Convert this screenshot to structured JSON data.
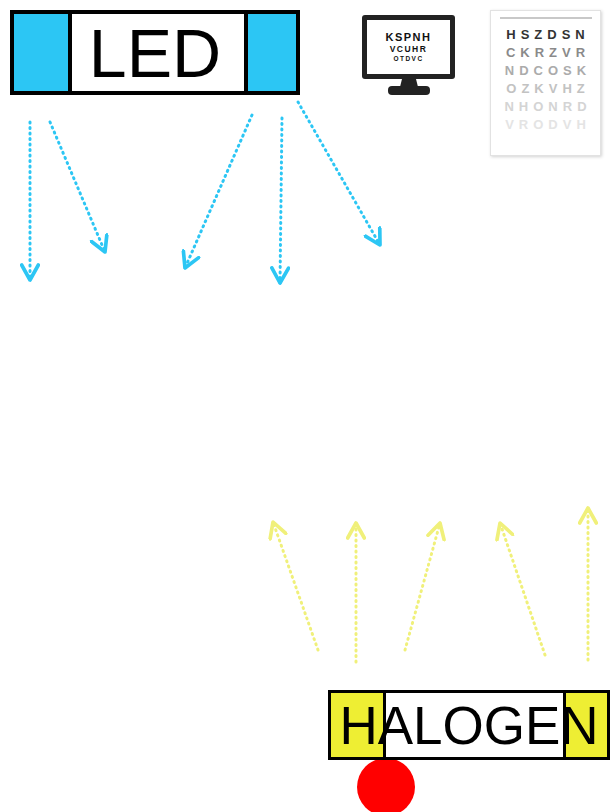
{
  "diagram": {
    "nodes": [
      {
        "text": [
          "LED"
        ]
      },
      {
        "text": [
          "KSPNH",
          "VCUHR",
          "OTDVC"
        ]
      },
      {
        "text": [
          "HSZDSN",
          "CKRZVR",
          "NDCOSK",
          "OZKVHZ",
          "NHONRD",
          "VRODVH"
        ]
      },
      {
        "text": [
          "HALOGEN"
        ]
      }
    ]
  }
}
